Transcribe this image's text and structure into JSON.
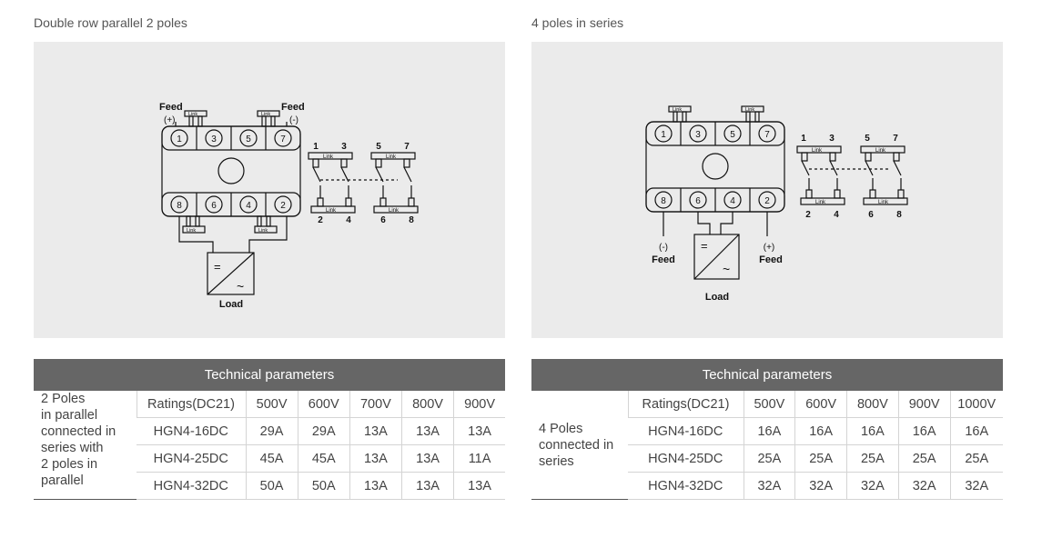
{
  "left": {
    "title": "Double row parallel 2 poles",
    "diagram": {
      "feed_left": "Feed",
      "feed_left_sign": "(+)",
      "feed_right": "Feed",
      "feed_right_sign": "(-)",
      "link": "Link",
      "terminals_top": [
        "1",
        "3",
        "5",
        "7"
      ],
      "terminals_bottom": [
        "8",
        "6",
        "4",
        "2"
      ],
      "contacts_top": [
        "1",
        "3",
        "5",
        "7"
      ],
      "contacts_bottom": [
        "2",
        "4",
        "6",
        "8"
      ],
      "load_dc": "=",
      "load_ac": "~",
      "load_label": "Load"
    },
    "table": {
      "header": "Technical parameters",
      "row_label": "2 Poles in parallel connected in series with 2 poles in parallel",
      "row_label_lines": [
        "2 Poles",
        "in parallel",
        "connected in",
        "series with",
        "2 poles in",
        "parallel"
      ],
      "columns": [
        "Ratings(DC21)",
        "500V",
        "600V",
        "700V",
        "800V",
        "900V"
      ],
      "rows": [
        [
          "HGN4-16DC",
          "29A",
          "29A",
          "13A",
          "13A",
          "13A"
        ],
        [
          "HGN4-25DC",
          "45A",
          "45A",
          "13A",
          "13A",
          "11A"
        ],
        [
          "HGN4-32DC",
          "50A",
          "50A",
          "13A",
          "13A",
          "13A"
        ]
      ]
    }
  },
  "right": {
    "title": "4 poles in series",
    "diagram": {
      "link": "Link",
      "terminals_top": [
        "1",
        "3",
        "5",
        "7"
      ],
      "terminals_bottom": [
        "8",
        "6",
        "4",
        "2"
      ],
      "contacts_top": [
        "1",
        "3",
        "5",
        "7"
      ],
      "contacts_bottom": [
        "2",
        "4",
        "6",
        "8"
      ],
      "feed_left": "Feed",
      "feed_left_sign": "(-)",
      "feed_right": "Feed",
      "feed_right_sign": "(+)",
      "load_dc": "=",
      "load_ac": "~",
      "load_label": "Load"
    },
    "table": {
      "header": "Technical parameters",
      "row_label": "4 Poles connected in series",
      "row_label_lines": [
        "4 Poles",
        "connected in",
        "series"
      ],
      "columns": [
        "Ratings(DC21)",
        "500V",
        "600V",
        "800V",
        "900V",
        "1000V"
      ],
      "rows": [
        [
          "HGN4-16DC",
          "16A",
          "16A",
          "16A",
          "16A",
          "16A"
        ],
        [
          "HGN4-25DC",
          "25A",
          "25A",
          "25A",
          "25A",
          "25A"
        ],
        [
          "HGN4-32DC",
          "32A",
          "32A",
          "32A",
          "32A",
          "32A"
        ]
      ]
    }
  }
}
